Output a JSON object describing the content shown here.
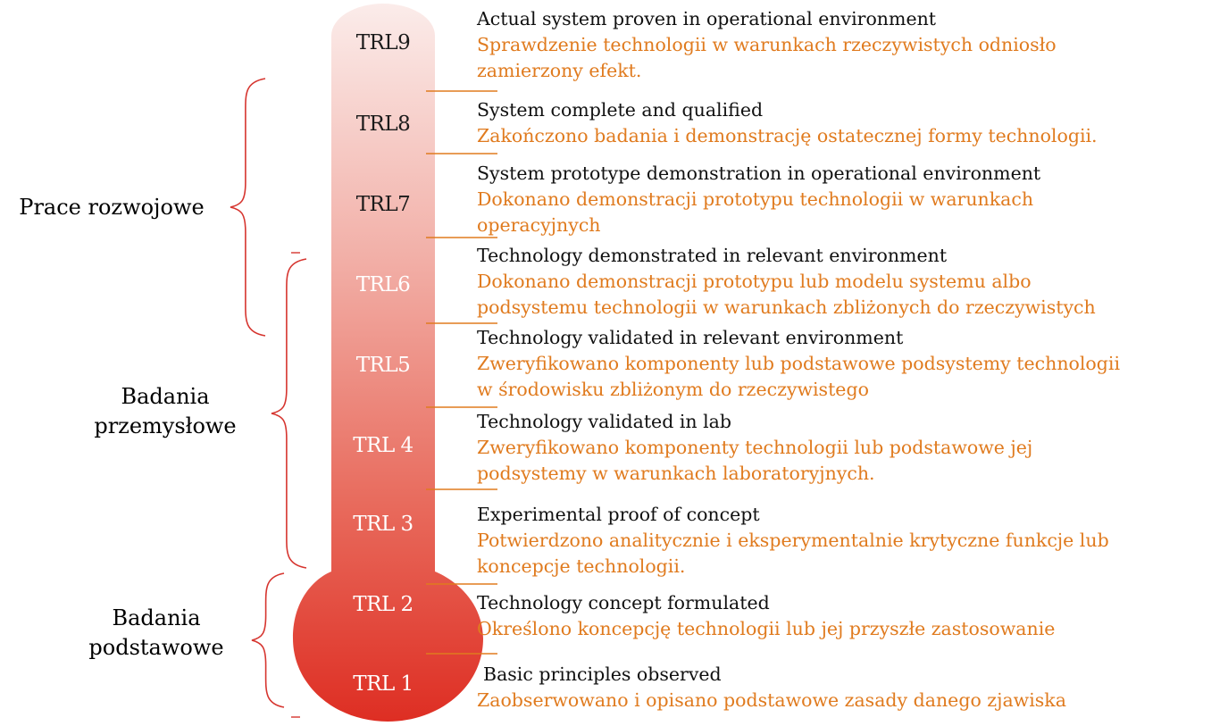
{
  "colors": {
    "thermo_top": "#fbecea",
    "thermo_bottom": "#de2e23",
    "english_text": "#111111",
    "polish_text": "#e07b1f",
    "bracket": "#d6352f",
    "separator": "#e07b1f"
  },
  "levels": [
    {
      "label": "TRL9",
      "english": "Actual system proven in operational environment",
      "polish": "Sprawdzenie technologii w warunkach rzeczywistych odniosło\nzamierzony efekt."
    },
    {
      "label": "TRL8",
      "english": "System complete and qualified",
      "polish": "Zakończono badania i demonstrację ostatecznej formy technologii."
    },
    {
      "label": "TRL7",
      "english": "System prototype demonstration in operational environment",
      "polish": "Dokonano demonstracji prototypu technologii w warunkach\noperacyjnych"
    },
    {
      "label": "TRL6",
      "english": "Technology demonstrated in relevant environment",
      "polish": "Dokonano demonstracji prototypu lub modelu systemu albo\npodsystemu technologii w warunkach zbliżonych do rzeczywistych"
    },
    {
      "label": "TRL5",
      "english": "Technology validated in relevant environment",
      "polish": "Zweryfikowano komponenty lub podstawowe podsystemy technologii\nw środowisku zbliżonym do rzeczywistego"
    },
    {
      "label": "TRL 4",
      "english": "Technology validated in lab",
      "polish": "Zweryfikowano komponenty technologii lub podstawowe jej\npodsystemy w warunkach laboratoryjnych."
    },
    {
      "label": "TRL 3",
      "english": "Experimental proof of concept",
      "polish": "Potwierdzono analitycznie i eksperymentalnie krytyczne funkcje lub\nkoncepcje technologii."
    },
    {
      "label": "TRL 2",
      "english": "Technology concept formulated",
      "polish": "Określono koncepcję technologii lub jej przyszłe zastosowanie"
    },
    {
      "label": "TRL 1",
      "english": "Basic principles observed",
      "polish": "Zaobserwowano i opisano podstawowe zasady danego zjawiska"
    }
  ],
  "categories": [
    {
      "line1": "Prace rozwojowe",
      "line2": ""
    },
    {
      "line1": "Badania",
      "line2": "przemysłowe"
    },
    {
      "line1": "Badania",
      "line2": "podstawowe"
    }
  ]
}
